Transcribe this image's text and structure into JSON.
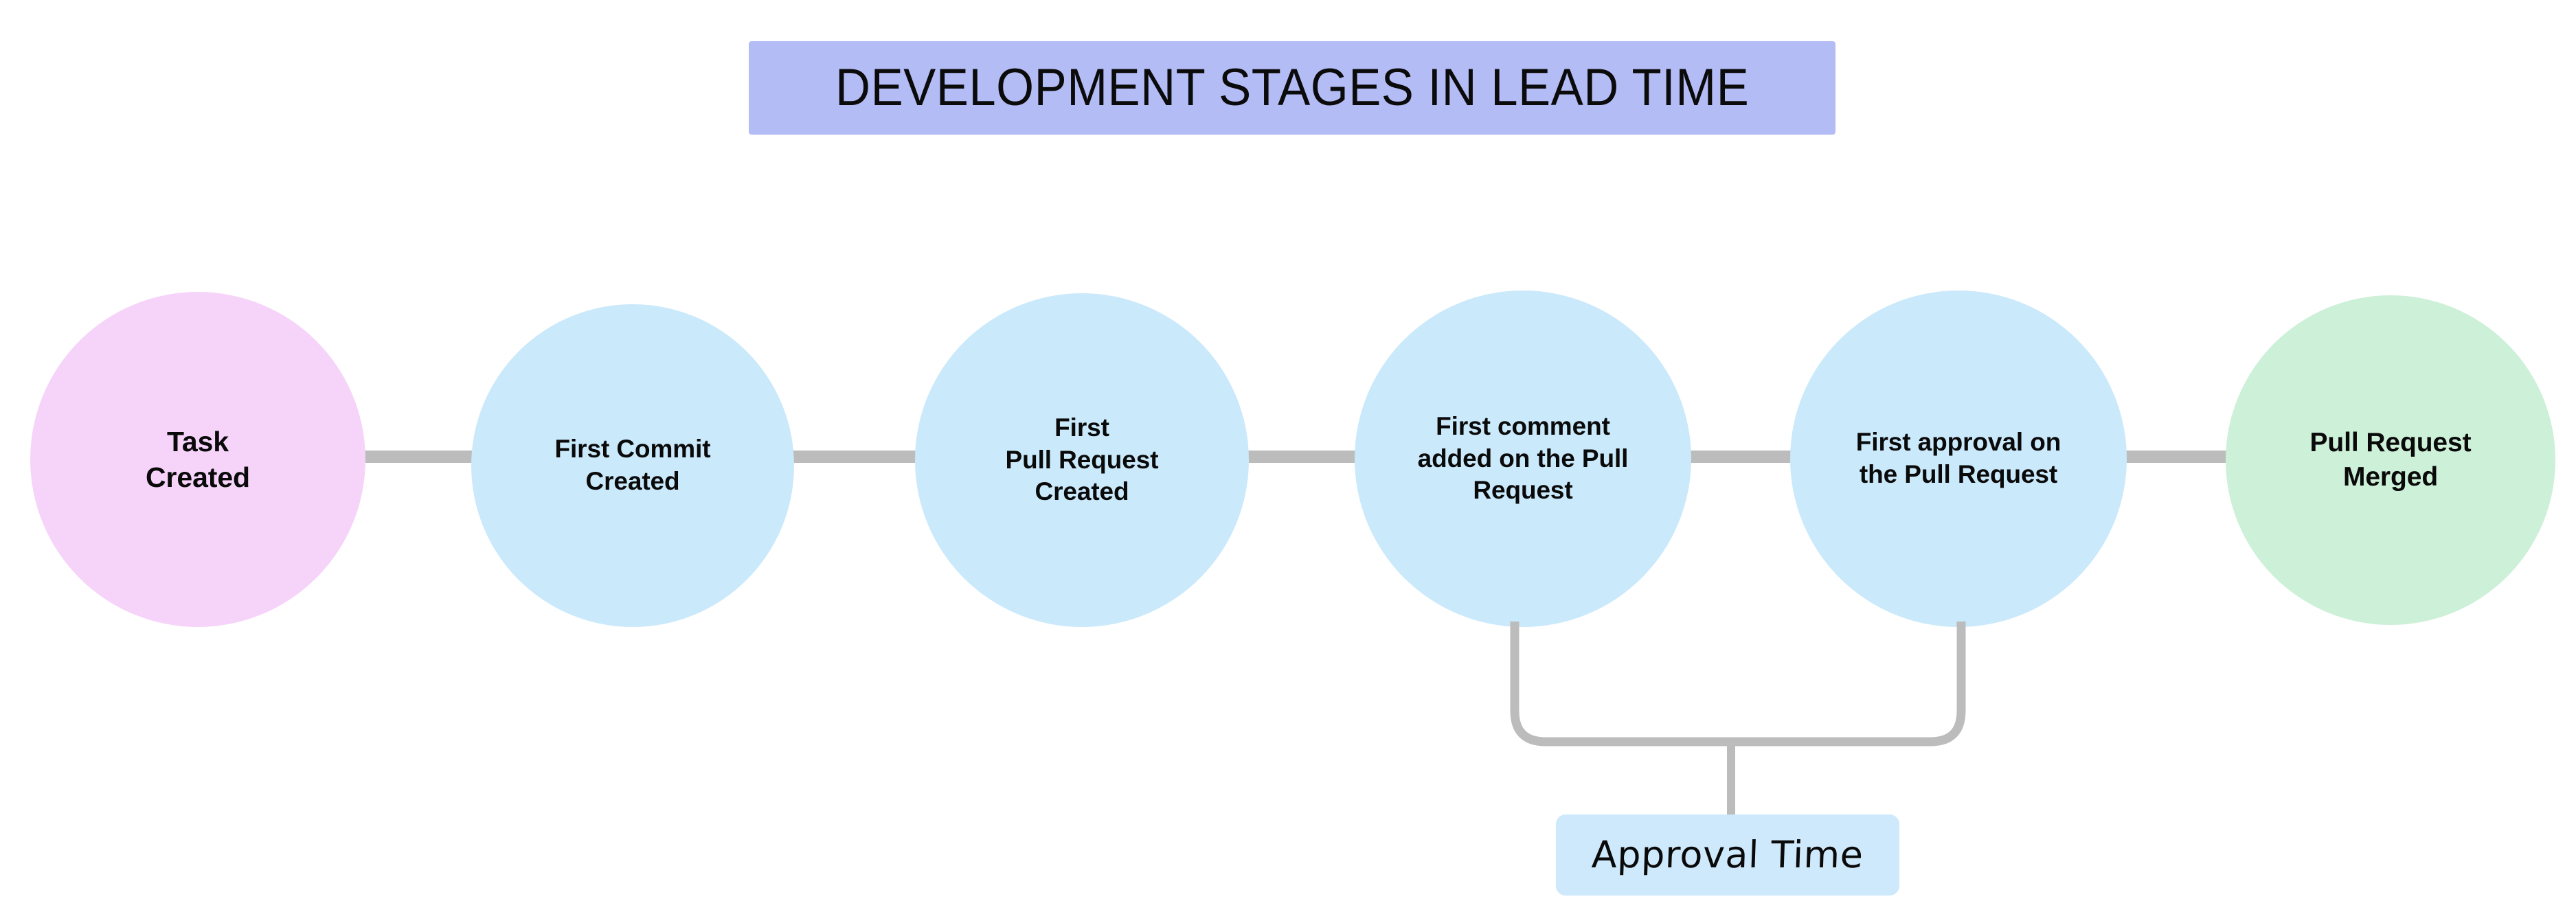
{
  "diagram": {
    "title": "DEVELOPMENT STAGES IN LEAD TIME",
    "title_bg_color": "#b3bcf5",
    "background_color": "#ffffff",
    "connector_color": "#bcbcbc",
    "stages": [
      {
        "id": "task-created",
        "label": "Task\nCreated",
        "fill": "#f6d4fa",
        "order": 1
      },
      {
        "id": "first-commit-created",
        "label": "First Commit\nCreated",
        "fill": "#cae9fb",
        "order": 2
      },
      {
        "id": "first-pull-request-created",
        "label": "First\nPull Request\nCreated",
        "fill": "#cae9fb",
        "order": 3
      },
      {
        "id": "first-comment-on-pull-request",
        "label": "First comment\nadded on the Pull\nRequest",
        "fill": "#cae9fb",
        "order": 4
      },
      {
        "id": "first-approval-on-pull-request",
        "label": "First approval on\nthe Pull Request",
        "fill": "#cae9fb",
        "order": 5
      },
      {
        "id": "pull-request-merged",
        "label": "Pull Request\nMerged",
        "fill": "#cdf0d8",
        "order": 6
      }
    ],
    "annotations": [
      {
        "id": "approval-time",
        "label": "Approval Time",
        "fill": "#cde9fb",
        "spans_from": "first-comment-on-pull-request",
        "spans_to": "first-approval-on-pull-request"
      }
    ]
  }
}
